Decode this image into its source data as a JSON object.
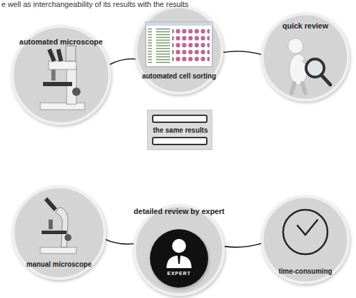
{
  "diagram": {
    "nodes": [
      {
        "text": [
          "automated microscope"
        ]
      },
      {
        "text": [
          "automated cell sorting"
        ]
      },
      {
        "text": [
          "quick review"
        ]
      },
      {
        "text": [
          "the same results"
        ]
      },
      {
        "text": [
          "manual microscope"
        ]
      },
      {
        "text": [
          "detailed review by expert"
        ]
      },
      {
        "text": [
          "EXPERT"
        ],
        "in": 5
      },
      {
        "text": [
          "time-consuming"
        ]
      }
    ],
    "edges": [
      {
        "from": 0,
        "to": 1,
        "arrow": "none"
      },
      {
        "from": 1,
        "to": 2,
        "arrow": "none"
      },
      {
        "from": 4,
        "to": 5,
        "arrow": "none"
      },
      {
        "from": 5,
        "to": 7,
        "arrow": "none"
      }
    ],
    "labels": [
      "e well as interchangeability of its results with the results"
    ]
  }
}
